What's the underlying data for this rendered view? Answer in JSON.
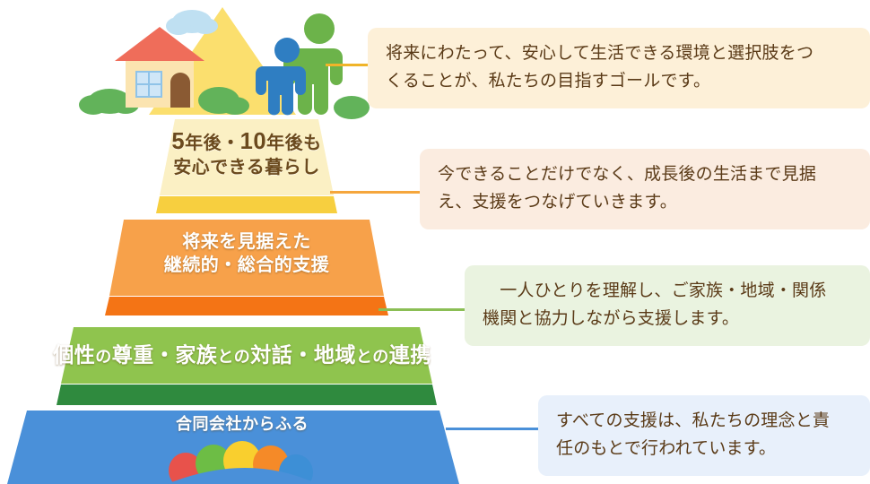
{
  "illustration": {
    "house_label": "house",
    "cloud_label": "cloud",
    "adult_label": "adult-figure",
    "child_label": "child-figure",
    "bush_label": "bush"
  },
  "pyramid": {
    "tiers": [
      {
        "id": "tier1",
        "line1_pre": "5",
        "line1_mid": "年後・",
        "line1_num2": "10",
        "line1_post": "年後も",
        "line2": "安心できる暮らし",
        "fill": "#fbf0c4",
        "base": "#f7cf3f"
      },
      {
        "id": "tier2",
        "line1": "将来を見据えた",
        "line2": "継続的・総合的支援",
        "fill": "#f7a14a",
        "base": "#f47415"
      },
      {
        "id": "tier3",
        "seg1": "個性",
        "seg2": "の",
        "seg3": "尊重",
        "seg4": "・",
        "seg5": "家族",
        "seg6": "との",
        "seg7": "対話",
        "seg8": "・",
        "seg9": "地域",
        "seg10": "との",
        "seg11": "連携",
        "fill": "#8fc44e",
        "base": "#2f8a3e"
      },
      {
        "id": "tier4",
        "line1": "合同会社からふる",
        "fill": "#4a90d9",
        "base": "#3b7ec4"
      }
    ],
    "logo_colors": [
      "#e8524b",
      "#6dbd45",
      "#f9cf2e",
      "#f58a28",
      "#3d8fd6"
    ]
  },
  "callouts": [
    {
      "id": "callout-1",
      "line1": "将来にわたって、安心して生活できる環境と選択肢をつ",
      "line2": "くることが、私たちの目指すゴールです。",
      "bg": "#fdf0d8",
      "dot": "#f6c744"
    },
    {
      "id": "callout-2",
      "line1": "今できることだけでなく、成長後の生活まで見据",
      "line2": "え、支援をつなげていきます。",
      "bg": "#fbece0",
      "dot": "#f7941e"
    },
    {
      "id": "callout-3",
      "line1": "　一人ひとりを理解し、ご家族・地域・関係",
      "line2": "機関と協力しながら支援します。",
      "bg": "#eaf3e0",
      "dot": "#7db843"
    },
    {
      "id": "callout-4",
      "line1": "すべての支援は、私たちの理念と責",
      "line2": "任のもとで行われています。",
      "bg": "#e8f0fb",
      "dot": "#3d86d0"
    }
  ]
}
